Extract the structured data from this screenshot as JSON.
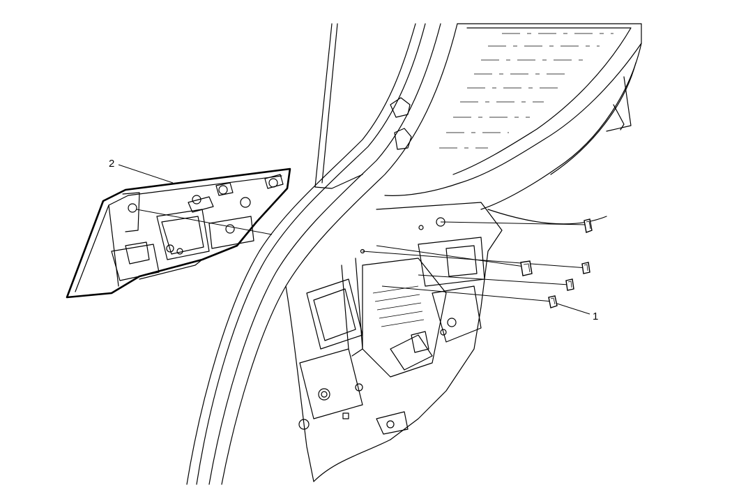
{
  "callouts": [
    {
      "id": "clip",
      "label": "1"
    },
    {
      "id": "trim-panel",
      "label": "2"
    }
  ]
}
